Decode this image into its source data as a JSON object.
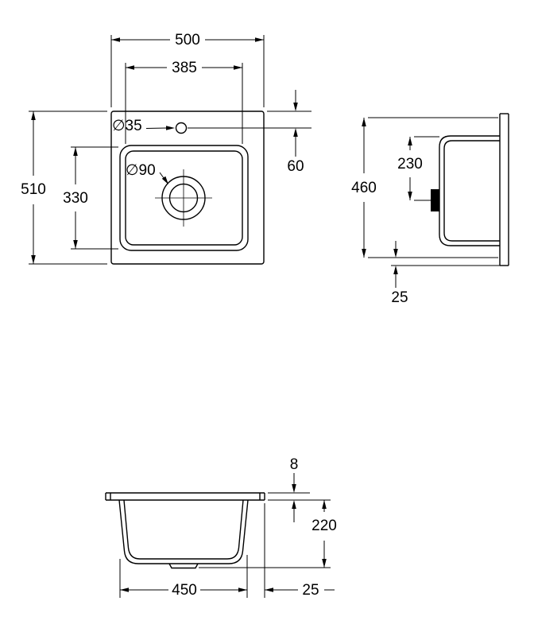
{
  "views": {
    "top": {
      "overall_width": "500",
      "inner_width": "385",
      "overall_depth": "510",
      "inner_depth": "330",
      "faucet_hole": "∅35",
      "drain": "∅90",
      "faucet_offset": "60"
    },
    "side": {
      "height": "460",
      "drain_offset": "230",
      "lip": "25"
    },
    "front": {
      "rim_thickness": "8",
      "depth": "220",
      "bottom_width": "450",
      "overhang": "25"
    }
  }
}
